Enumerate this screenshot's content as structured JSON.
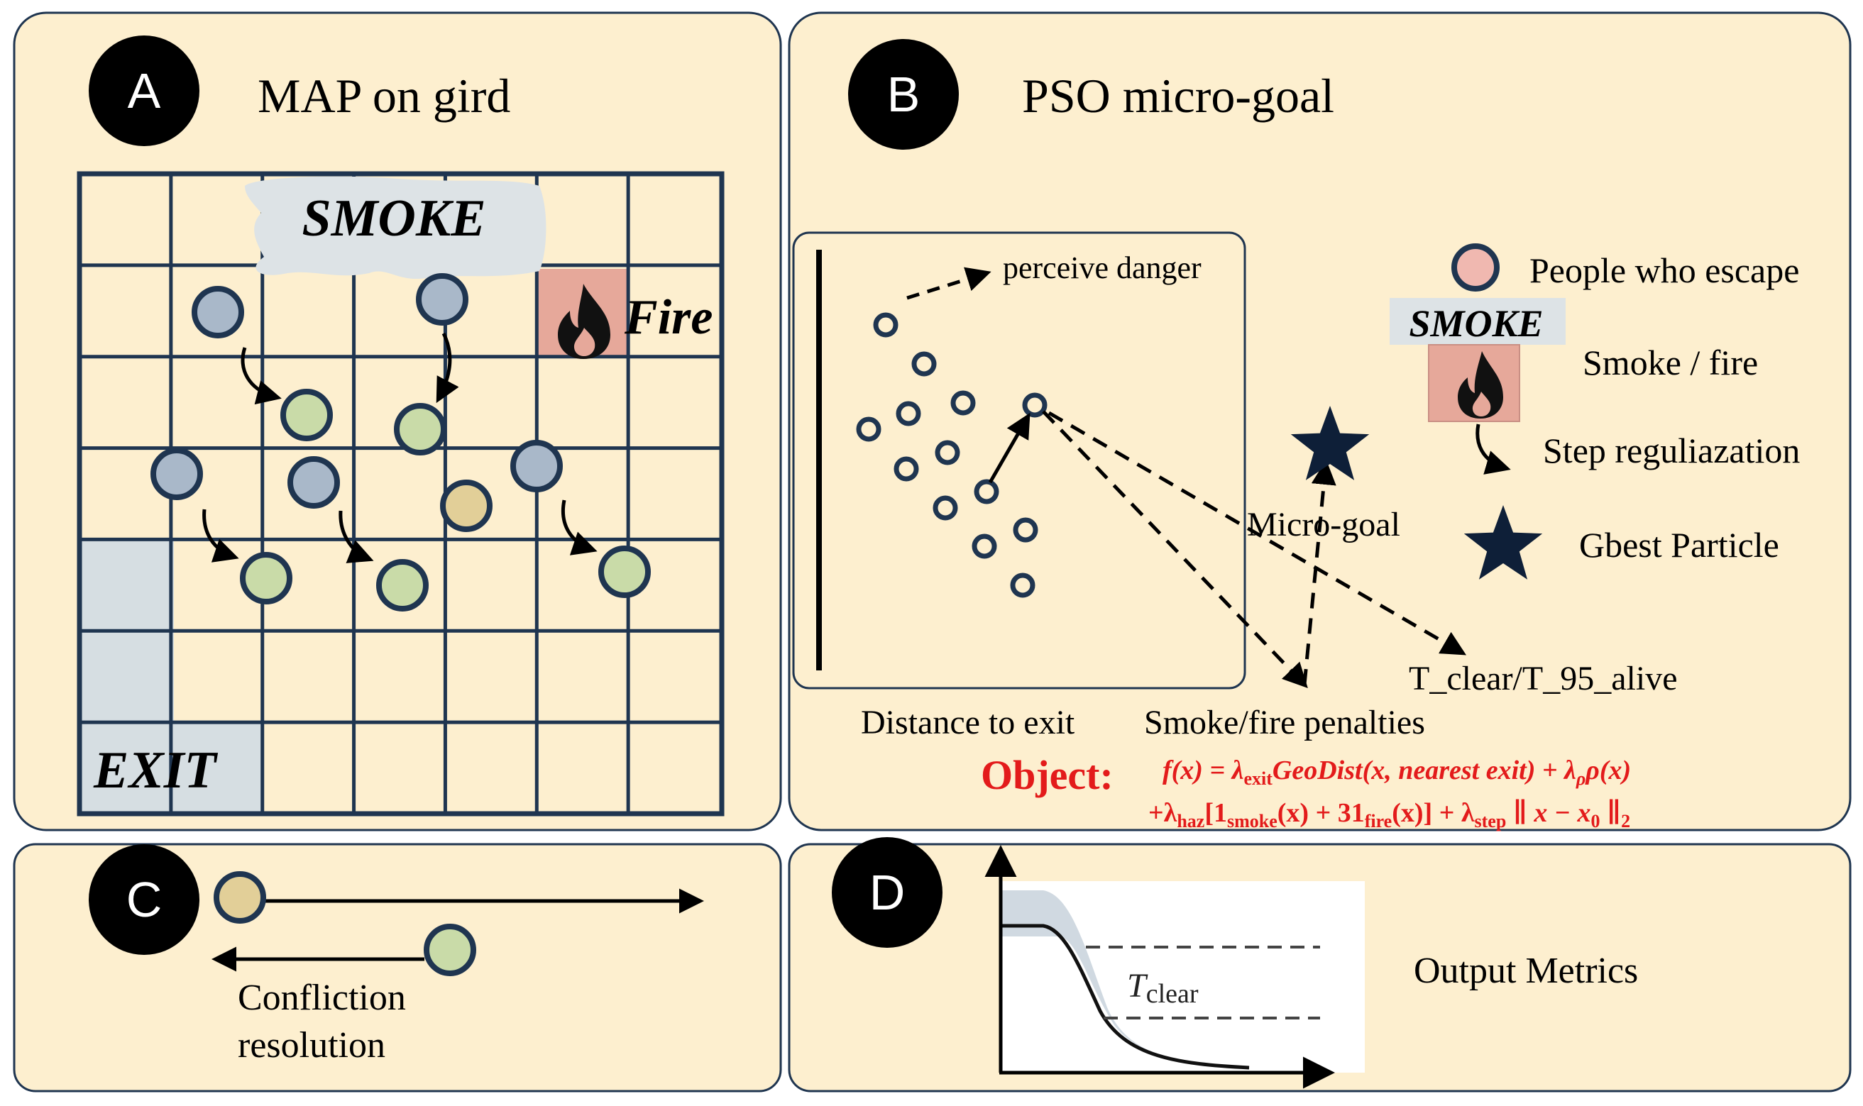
{
  "panels": {
    "a": {
      "badge": "A",
      "title": "MAP on gird",
      "smoke_label": "SMOKE",
      "fire_label": "Fire",
      "exit_label": "EXIT"
    },
    "b": {
      "badge": "B",
      "title": "PSO micro-goal",
      "perceive_danger": "perceive danger",
      "micro_goal": "Micro-goal",
      "t_clear": "T_clear/T_95_alive",
      "distance_to_exit": "Distance to exit",
      "penalties": "Smoke/fire penalties",
      "objective_label": "Object:",
      "formula": {
        "line1_f": "f",
        "line1_rest": "(x) = λ",
        "sub_exit": "exit",
        "geodist": "GeoDist",
        "line1_args": "(x, nearest exit) + λ",
        "sub_rho": "ρ",
        "line1_rho": "ρ(x)",
        "line2_start": "+λ",
        "sub_haz": "haz",
        "line2_bracket": "[1",
        "sub_smoke": "smoke",
        "line2_mid": "(x) + 31",
        "sub_fire": "fire",
        "line2_close": "(x)] + λ",
        "sub_step": "step",
        "line2_norm": " ∥ x − x",
        "sub_zero": "0",
        "line2_end": " ∥",
        "sub_two": "2"
      },
      "legend": {
        "people": "People who escape",
        "smoke_tag": "SMOKE",
        "smoke_fire": "Smoke / fire",
        "step": "Step reguliazation",
        "gbest": "Gbest Particle"
      }
    },
    "c": {
      "badge": "C",
      "label_line1": "Confliction",
      "label_line2": "resolution"
    },
    "d": {
      "badge": "D",
      "t_main": "T",
      "t_sub": "clear",
      "output": "Output Metrics"
    }
  },
  "colors": {
    "panel_fill": "#fdefcf",
    "panel_stroke": "#1f3550",
    "grid": "#1f3550",
    "agent_blue": "#a9b8c9",
    "agent_green": "#c9dba8",
    "agent_tan": "#e2cf98",
    "agent_pink": "#f0b8b0",
    "smoke": "#dde3e6",
    "fire": "#e6a89a",
    "exit": "#d6dee2",
    "objective_red": "#e31b1b",
    "star": "#0e1f38"
  },
  "icons": {
    "fire": "fire-icon",
    "star": "star-icon",
    "arrow": "arrow-icon"
  }
}
